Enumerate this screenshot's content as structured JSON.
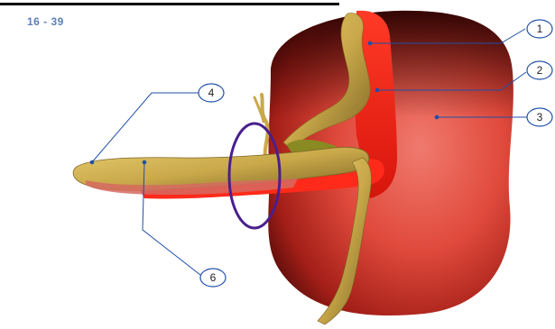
{
  "slide": {
    "number_label": "16 - 39"
  },
  "callouts": [
    {
      "id": "1",
      "label": "1"
    },
    {
      "id": "2",
      "label": "2"
    },
    {
      "id": "3",
      "label": "3"
    },
    {
      "id": "4",
      "label": "4"
    },
    {
      "id": "6",
      "label": "6"
    }
  ],
  "colors": {
    "bladder_red": "#e0241c",
    "tube_yellow": "#c9a94a",
    "leader_blue": "#1f4fa8",
    "ring_purple": "#4a1f8c",
    "slide_number_blue": "#5b7fb8"
  }
}
